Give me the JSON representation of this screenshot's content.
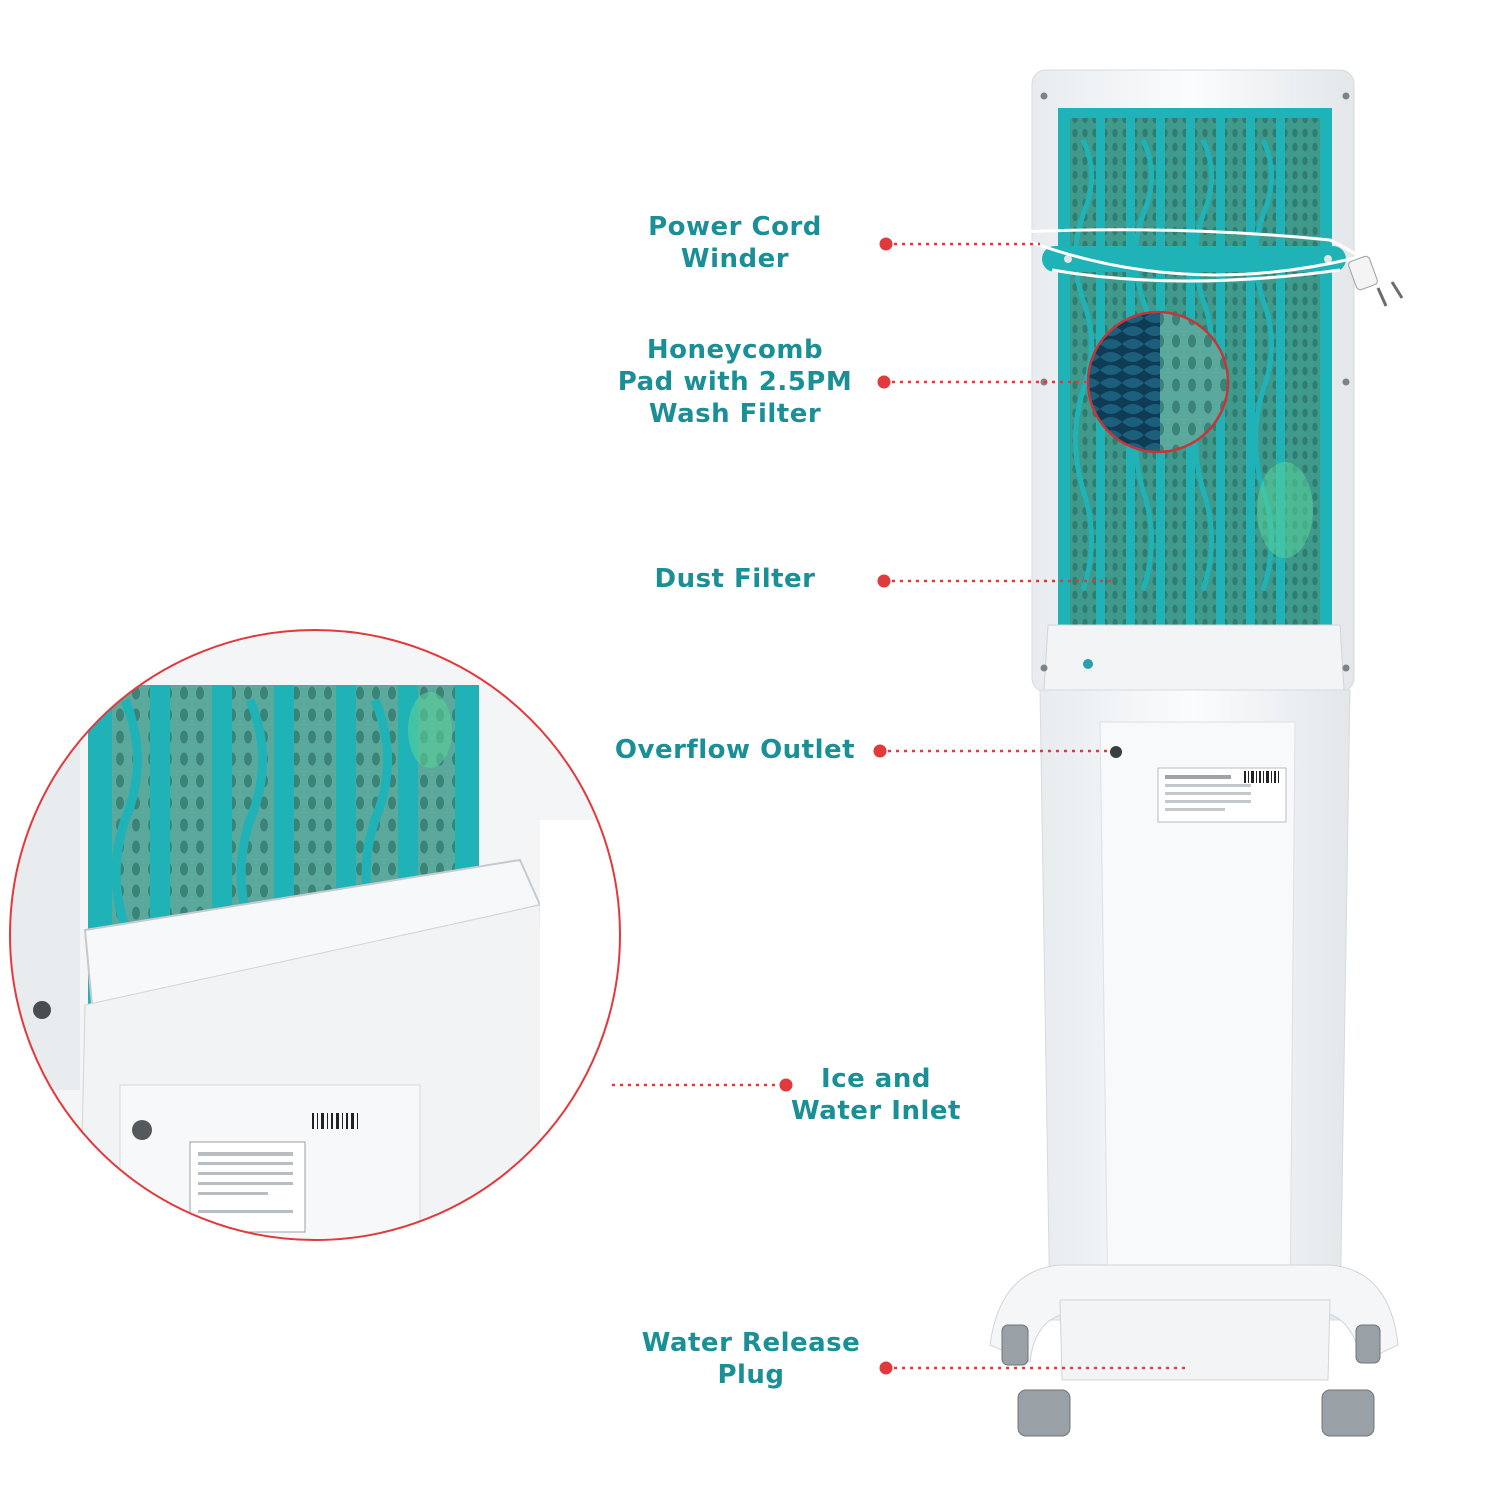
{
  "colors": {
    "label_text": "#1a8f96",
    "callout_dot": "#e2393c",
    "callout_line": "#e2393c",
    "grille_teal": "#1fb3b8",
    "mesh_green": "#3d9b8f",
    "body_white": "#f4f6f8",
    "zoom_circle_border": "#e2393c"
  },
  "callouts": {
    "power_cord_winder": {
      "lines": [
        "Power Cord",
        "Winder"
      ]
    },
    "honeycomb_pad": {
      "lines": [
        "Honeycomb",
        "Pad with 2.5PM",
        "Wash Filter"
      ]
    },
    "dust_filter": {
      "lines": [
        "Dust Filter"
      ]
    },
    "overflow_outlet": {
      "lines": [
        "Overflow Outlet"
      ]
    },
    "ice_water_inlet": {
      "lines": [
        "Ice and",
        "Water Inlet"
      ]
    },
    "water_release_plug": {
      "lines": [
        "Water Release",
        "Plug"
      ]
    }
  },
  "image": {
    "subject": "tower-air-cooler",
    "inset": "zoomed-ice-and-water-inlet-tray"
  }
}
